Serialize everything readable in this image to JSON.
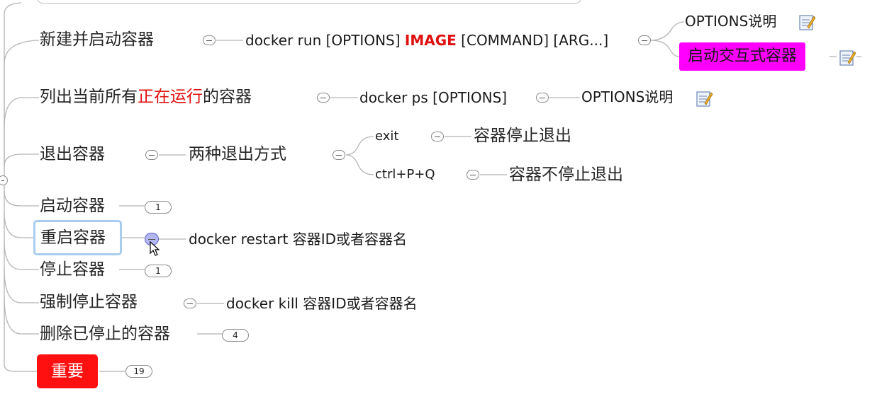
{
  "nodes": {
    "run": {
      "label": "新建并启动容器",
      "cmd_prefix": "docker run [OPTIONS] ",
      "cmd_image": "IMAGE",
      "cmd_suffix": " [COMMAND] [ARG...]",
      "options": "OPTIONS说明",
      "interactive": "启动交互式容器"
    },
    "ps": {
      "label_a": "列出当前所有",
      "label_highlight": "正在运行",
      "label_b": "的容器",
      "cmd": "docker ps [OPTIONS]",
      "options": "OPTIONS说明"
    },
    "exit": {
      "label": "退出容器",
      "methods": "两种退出方式",
      "exit_cmd": "exit",
      "exit_desc": "容器停止退出",
      "ctrl_cmd": "ctrl+P+Q",
      "ctrl_desc": "容器不停止退出"
    },
    "start": {
      "label": "启动容器",
      "badge": "1"
    },
    "restart": {
      "label": "重启容器",
      "cmd": "docker restart 容器ID或者容器名"
    },
    "stop": {
      "label": "停止容器",
      "badge": "1"
    },
    "kill": {
      "label": "强制停止容器",
      "cmd": "docker kill 容器ID或者容器名"
    },
    "rm": {
      "label": "删除已停止的容器",
      "badge": "4"
    },
    "important": {
      "label": "重要",
      "badge": "19"
    }
  },
  "colors": {
    "highlight_text": "#e01010",
    "magenta_box": "#ff00ff",
    "red_box": "#ff1010",
    "selection_border": "#a8cdee"
  }
}
